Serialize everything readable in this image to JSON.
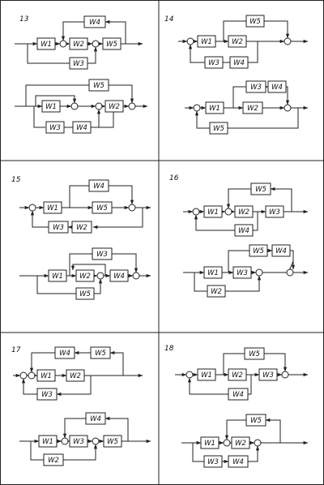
{
  "variants": [
    {
      "number": "13",
      "diagrams": [
        [
          "W4",
          "W1",
          "W2",
          "W5",
          "W3"
        ],
        [
          "W5",
          "W1",
          "W2",
          "W3",
          "W4"
        ]
      ]
    },
    {
      "number": "14",
      "diagrams": [
        [
          "W5",
          "W1",
          "W2",
          "W3",
          "W4"
        ],
        [
          "W3",
          "W4",
          "W1",
          "W2",
          "W5"
        ]
      ]
    },
    {
      "number": "15",
      "diagrams": [
        [
          "W4",
          "W1",
          "W5",
          "W3",
          "W2"
        ],
        [
          "W3",
          "W1",
          "W2",
          "W4",
          "W5"
        ]
      ]
    },
    {
      "number": "16",
      "diagrams": [
        [
          "W5",
          "W1",
          "W2",
          "W3",
          "W4"
        ],
        [
          "W5",
          "W4",
          "W1",
          "W3",
          "W2"
        ]
      ]
    },
    {
      "number": "17",
      "diagrams": [
        [
          "W4",
          "W5",
          "W1",
          "W2",
          "W3"
        ],
        [
          "W4",
          "W1",
          "W3",
          "W5",
          "W2"
        ]
      ]
    },
    {
      "number": "18",
      "diagrams": [
        [
          "W5",
          "W1",
          "W2",
          "W3",
          "W4"
        ],
        [
          "W5",
          "W1",
          "W2",
          "W3",
          "W4"
        ]
      ]
    }
  ]
}
